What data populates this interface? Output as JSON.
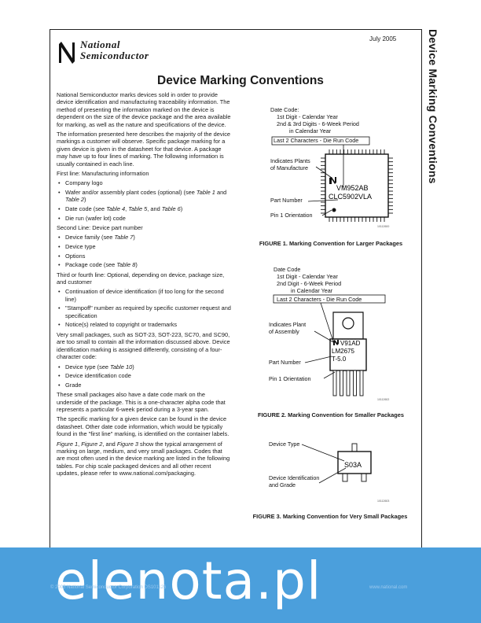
{
  "side_title": "Device Marking Conventions",
  "logo": {
    "line1": "National",
    "line2": "Semiconductor"
  },
  "date": "July 2005",
  "title": "Device Marking Conventions",
  "intro": "National Semiconductor marks devices sold in order to provide device identification and manufacturing traceability information. The method of presenting the information marked on the device is dependent on the size of the device package and the area available for marking, as well as the nature and specifications of the device.",
  "para2": "The information presented here describes the majority of the device markings a customer will observe. Specific package marking for a given device is given in the datasheet for that device. A package may have up to four lines of marking. The following information is usually contained in each line.",
  "first_line": {
    "heading": "First line: Manufacturing information",
    "items": [
      "Company logo",
      "Wafer and/or assembly plant codes (optional) (see ",
      "Table 1",
      " and ",
      "Table 2",
      ")",
      "Date code (see ",
      "Table 4",
      ", ",
      "Table 5",
      ", and ",
      "Table 6",
      ")",
      "Die run (wafer lot) code"
    ]
  },
  "second_line": {
    "heading": "Second Line: Device part number",
    "items": [
      "Device family (see ",
      "Table 7",
      ")",
      "Device type",
      "Options",
      "Package code (see ",
      "Table 8",
      ")"
    ]
  },
  "third_line": {
    "heading": "Third or fourth line: Optional, depending on device, package size, and customer",
    "items": [
      "Continuation of device identification (if too long for the second line)",
      "\"Stampoff\" number as required by specific customer request and specification",
      "Notice(s) related to copyright or trademarks"
    ]
  },
  "small_pkg": "Very small packages, such as SOT-23, SOT-223, SC70, and SC90, are too small to contain all the information discussed above. Device identification marking is assigned differently, consisting of a four-character code:",
  "small_items": [
    "Device type (see ",
    "Table 10",
    ")",
    "Device identification code",
    "Grade"
  ],
  "date_para": "These small packages also have a date code mark on the underside of the package. This is a one-character alpha code that represents a particular 6-week period during a 3-year span.",
  "specific_para": "The specific marking for a given device can be found in the device datasheet. Other date code information, which would be typically found in the \"first line\" marking, is identified on the container labels.",
  "fig_para": {
    "f1": "Figure 1",
    "c1": ", ",
    "f2": "Figure 2",
    "c2": ", and ",
    "f3": "Figure 3",
    "rest": " show the typical arrangement of marking on large, medium, and very small packages. Codes that are most often used in the device marking are listed in the following tables. For chip scale packaged devices and all other recent updates, please refer to www.national.com/packaging."
  },
  "fig1": {
    "labels": [
      "Date Code:",
      "1st Digit - Calendar Year",
      "2nd & 3rd Digits - 6-Week Period",
      "in Calendar Year",
      "Last 2 Characters - Die Run Code",
      "Indicates Plants",
      "of Manufacture",
      "Part Number",
      "Pin 1 Orientation"
    ],
    "chip_line1": "VM952AB",
    "chip_line2": "CLC5902VLA",
    "code": "10112600",
    "caption": "FIGURE 1. Marking Convention for Larger Packages"
  },
  "fig2": {
    "labels": [
      "Date Code",
      "1st Digit - Calendar Year",
      "2nd Digit - 6-Week Period",
      "in Calendar Year",
      "Last 2 Characters - Die Run Code",
      "Indicates Plant",
      "of Assembly",
      "Part Number",
      "Pin 1 Orientation"
    ],
    "chip_line1": "V91AD",
    "chip_line2": "LM2675",
    "chip_line3": "T-5.0",
    "code": "10112602",
    "caption": "FIGURE 2. Marking Convention for Smaller Packages"
  },
  "fig3": {
    "labels": [
      "Device Type",
      "Device Identification",
      "and Grade"
    ],
    "chip": "S03A",
    "code": "10112603",
    "caption": "FIGURE 3. Marking Convention for Very Small Packages"
  },
  "banner": "elenota.pl",
  "footer_left": "© 2005 National Semiconductor Corporation   DS101126",
  "footer_right": "www.national.com"
}
